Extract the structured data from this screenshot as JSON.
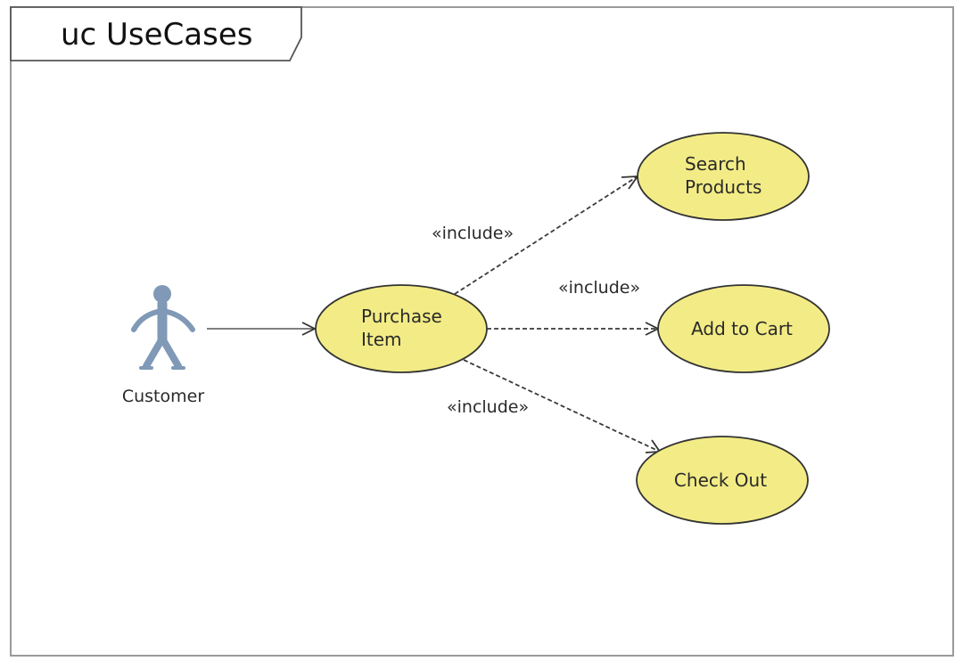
{
  "frame": {
    "title": "uc UseCases"
  },
  "actor": {
    "name": "Customer"
  },
  "use_cases": {
    "purchase": [
      "Purchase",
      "Item"
    ],
    "search": [
      "Search",
      "Products"
    ],
    "cart": [
      "Add to Cart"
    ],
    "checkout": [
      "Check Out"
    ]
  },
  "relations": {
    "include_search": "«include»",
    "include_cart": "«include»",
    "include_checkout": "«include»"
  },
  "colors": {
    "usecase_fill": "#f3ec86",
    "actor_fill": "#7f99b7",
    "frame_border": "#9a9a9a"
  }
}
